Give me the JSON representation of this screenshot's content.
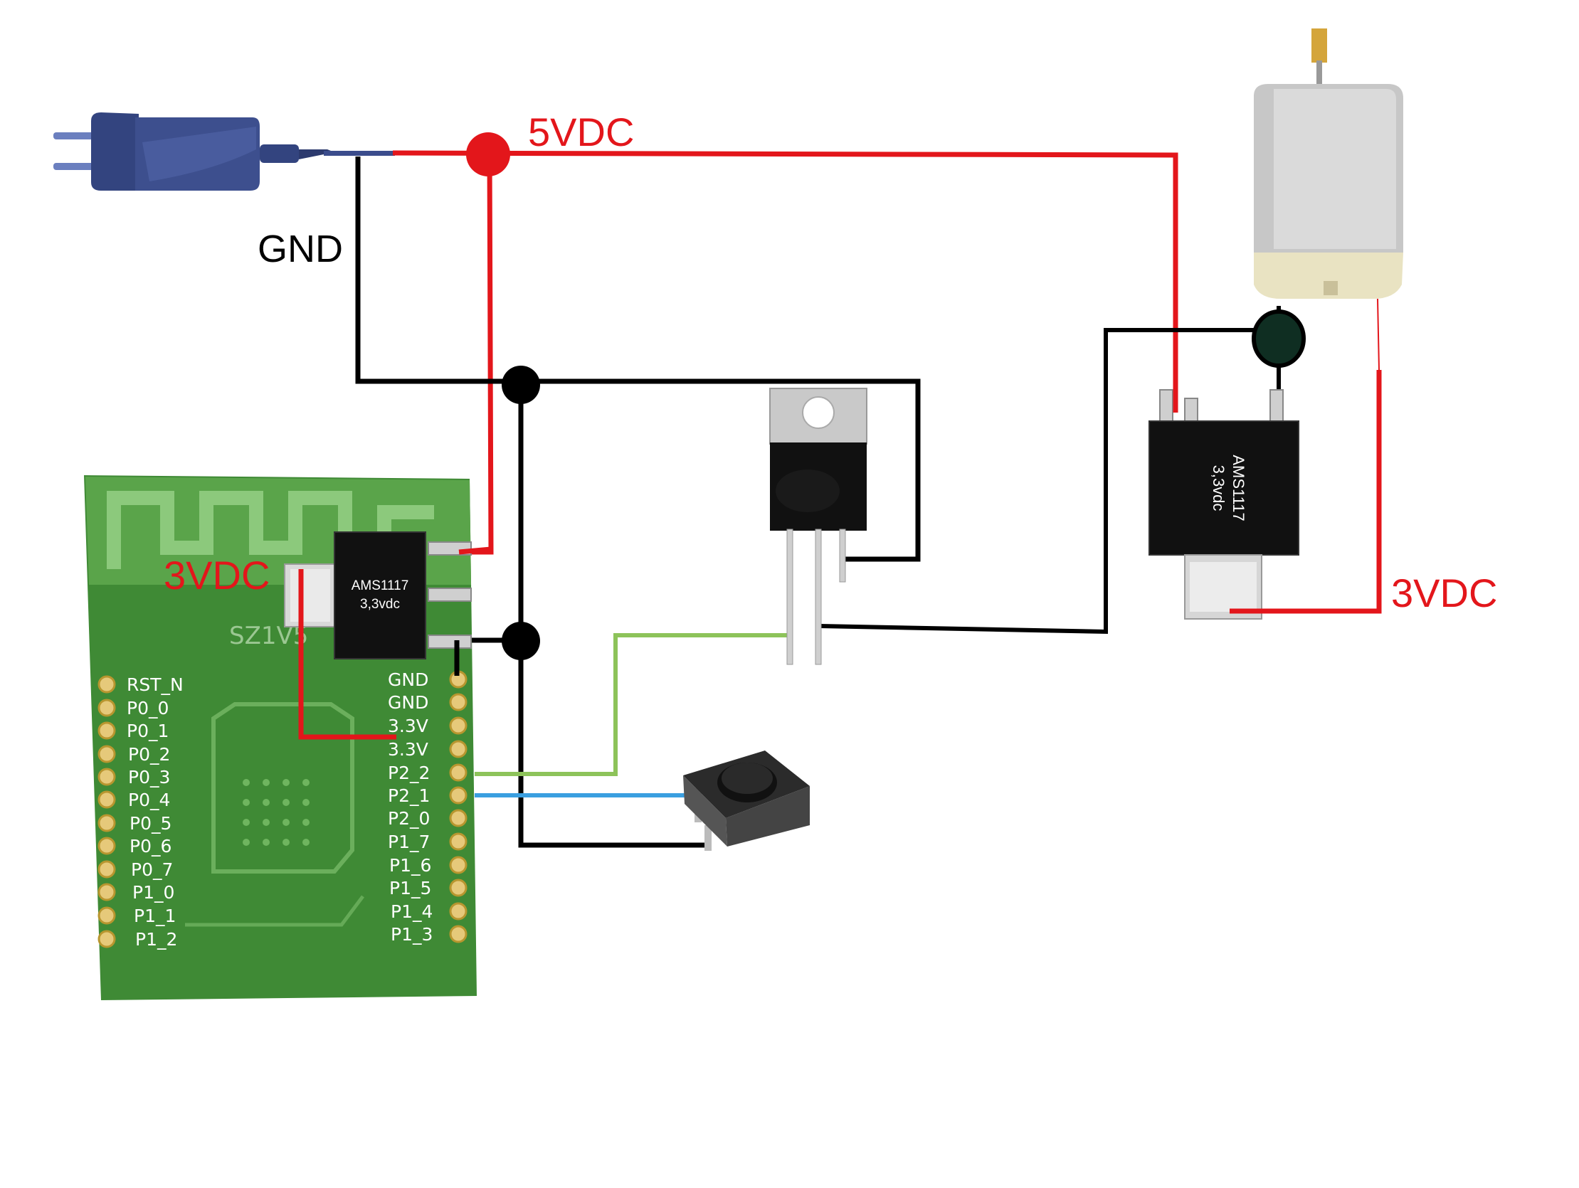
{
  "labels": {
    "five_vdc": "5VDC",
    "gnd": "GND",
    "three_vdc_module": "3VDC",
    "three_vdc_motor": "3VDC"
  },
  "module_regulator": {
    "line1": "AMS1117",
    "line2": "3,3vdc"
  },
  "motor_regulator": {
    "line1": "AMS1117",
    "line2": "3,3vdc"
  },
  "module_silkscreen": "SZ1V5",
  "module_pins_left": [
    "RST_N",
    "P0_0",
    "P0_1",
    "P0_2",
    "P0_3",
    "P0_4",
    "P0_5",
    "P0_6",
    "P0_7",
    "P1_0",
    "P1_1",
    "P1_2"
  ],
  "module_pins_right": [
    "GND",
    "GND",
    "3.3V",
    "3.3V",
    "P2_2",
    "P2_1",
    "P2_0",
    "P1_7",
    "P1_6",
    "P1_5",
    "P1_4",
    "P1_3"
  ],
  "colors": {
    "power": "#e3161b",
    "ground": "#000000",
    "signal_green": "#8dc35a",
    "signal_blue": "#3a9fe0",
    "pcb": "#3f8a35",
    "charger": "#3d4f8e"
  },
  "icons": {
    "charger": "usb-wall-charger-icon",
    "motor": "dc-motor-icon",
    "transistor": "to220-transistor-icon",
    "button": "tactile-push-button-icon",
    "module": "bluetooth-module-icon",
    "diode": "diode-icon"
  }
}
